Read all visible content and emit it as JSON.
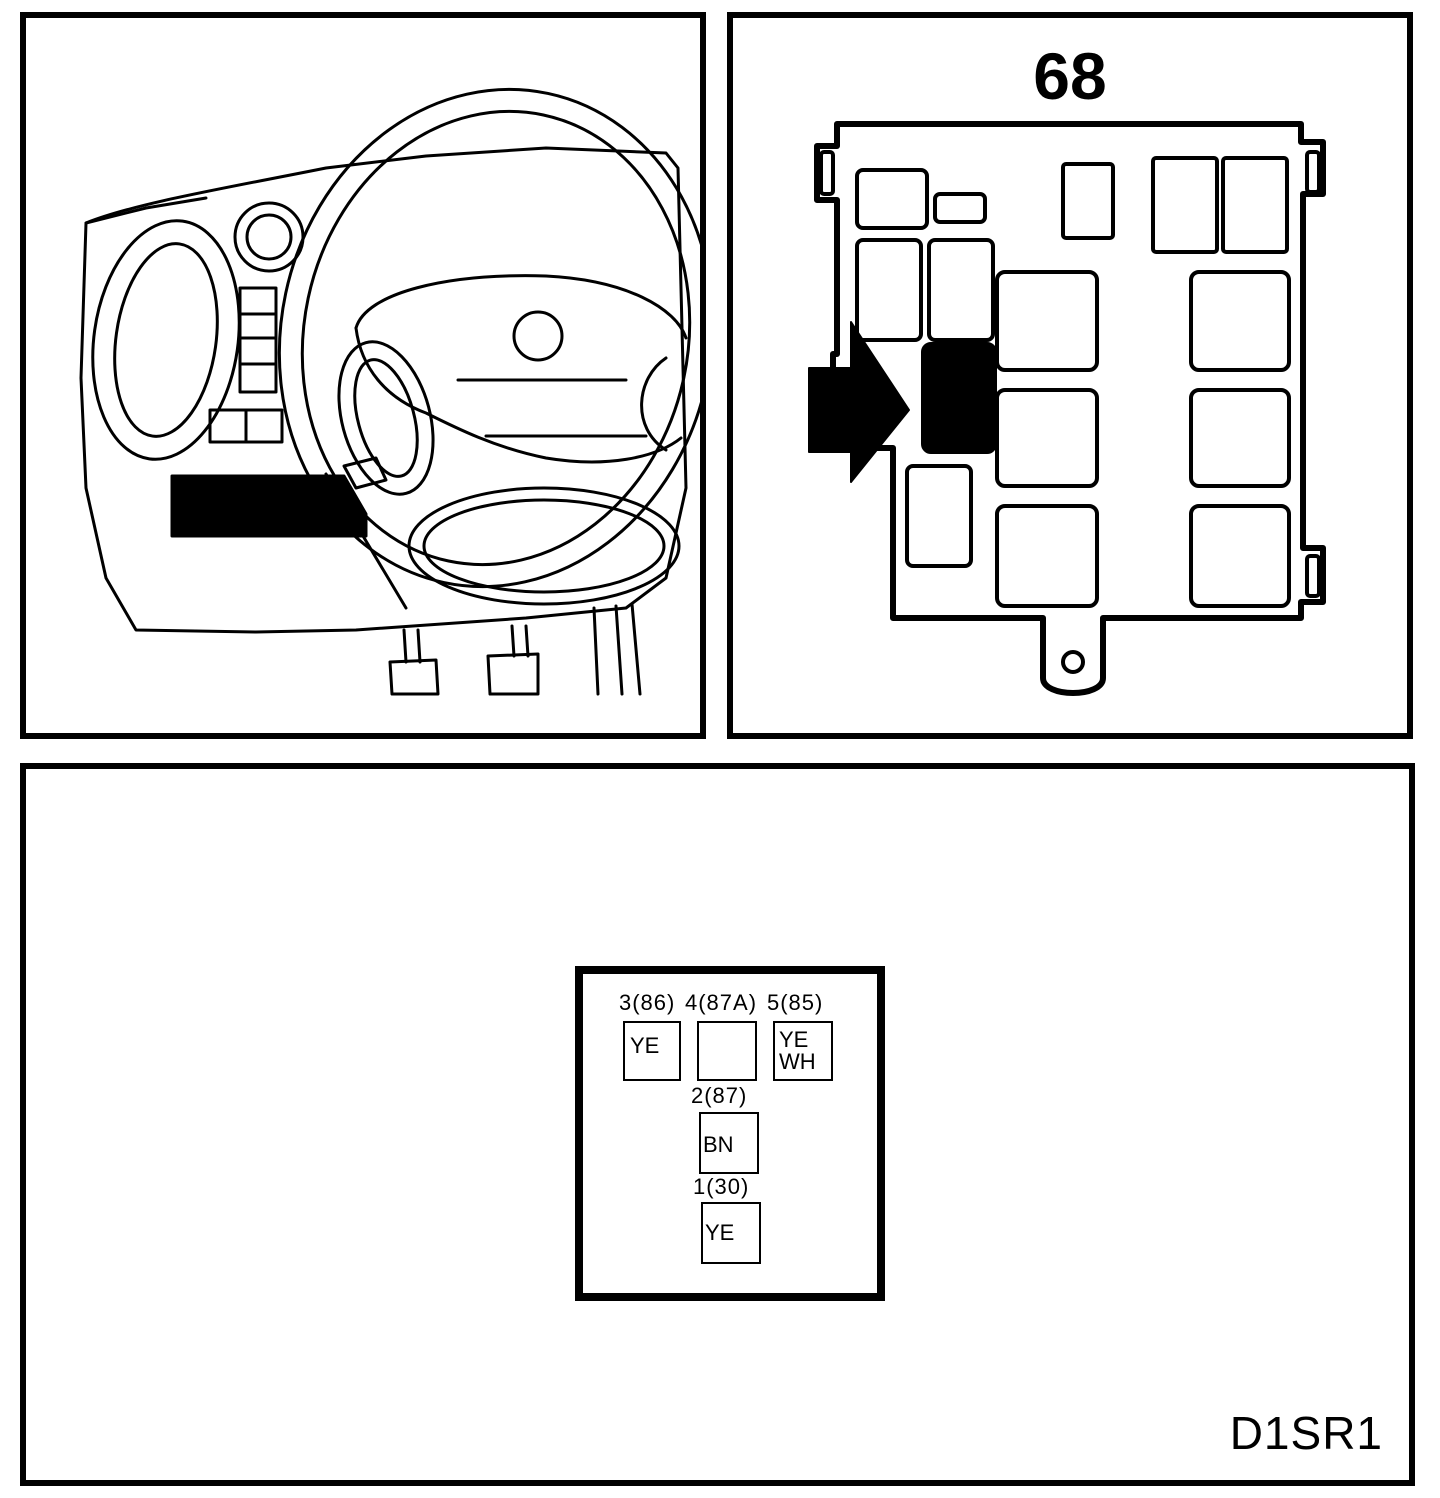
{
  "location_panel": {
    "title": "",
    "highlight_color": "#000000"
  },
  "fusebox_panel": {
    "title": "68",
    "highlight_color": "#000000"
  },
  "connector_panel": {
    "pins": [
      {
        "label": "3(86)",
        "wire": [
          "YE"
        ]
      },
      {
        "label": "4(87A)",
        "wire": []
      },
      {
        "label": "5(85)",
        "wire": [
          "YE",
          "WH"
        ]
      },
      {
        "label": "2(87)",
        "wire": [
          "BN"
        ]
      },
      {
        "label": "1(30)",
        "wire": [
          "YE"
        ]
      }
    ],
    "diagram_code": "D1SR1"
  }
}
